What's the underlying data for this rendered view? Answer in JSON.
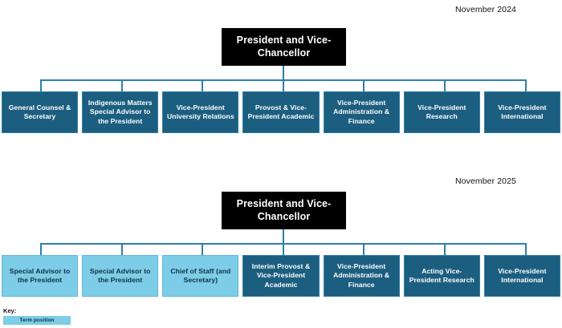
{
  "charts": [
    {
      "date_label": "November 2024",
      "root": {
        "label": "President and Vice-Chancellor"
      },
      "nodes": [
        {
          "label": "General Counsel & Secretary",
          "style": "dark"
        },
        {
          "label": "Indigenous Matters Special Advisor to the President",
          "style": "dark"
        },
        {
          "label": "Vice-President University Relations",
          "style": "dark"
        },
        {
          "label": "Provost & Vice-President Academic",
          "style": "dark"
        },
        {
          "label": "Vice-President Administration & Finance",
          "style": "dark"
        },
        {
          "label": "Vice-President Research",
          "style": "dark"
        },
        {
          "label": "Vice-President International",
          "style": "dark"
        }
      ]
    },
    {
      "date_label": "November 2025",
      "root": {
        "label": "President and Vice-Chancellor"
      },
      "nodes": [
        {
          "label": "Special Advisor to the President",
          "style": "light"
        },
        {
          "label": "Special Advisor to the President",
          "style": "light"
        },
        {
          "label": "Chief of Staff (and Secretary)",
          "style": "light"
        },
        {
          "label": "Interim Provost & Vice-President Academic",
          "style": "dark"
        },
        {
          "label": "Vice-President Administration & Finance",
          "style": "dark"
        },
        {
          "label": "Acting Vice-President Research",
          "style": "dark"
        },
        {
          "label": "Vice-President International",
          "style": "dark"
        }
      ]
    }
  ],
  "legend": {
    "title": "Key:",
    "swatch_label": "Term position",
    "swatch_color": "#7DCCE8"
  },
  "colors": {
    "dark_blue": "#1C5E7F",
    "light_blue": "#7DCCE8",
    "connector": "#2E7FA8",
    "root_bg": "#000000"
  }
}
